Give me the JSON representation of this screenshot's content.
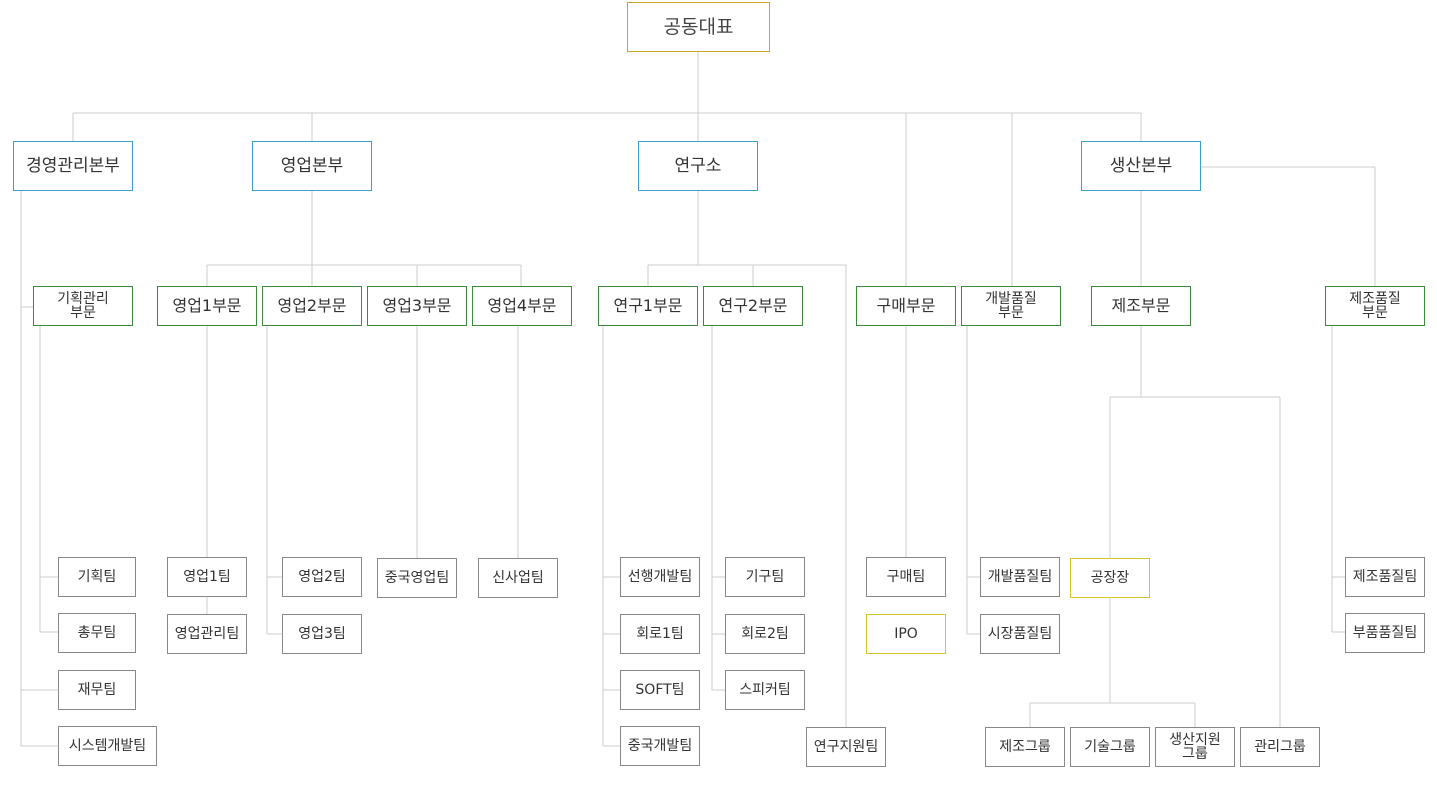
{
  "top": "공동대표",
  "divisions": {
    "management": "경영관리본부",
    "sales": "영업본부",
    "research": "연구소",
    "production": "생산본부"
  },
  "departments": {
    "planning_l1": "기획관리",
    "planning_l2": "부문",
    "sales1": "영업1부문",
    "sales2": "영업2부문",
    "sales3": "영업3부문",
    "sales4": "영업4부문",
    "research1": "연구1부문",
    "research2": "연구2부문",
    "purchasing": "구매부문",
    "devquality_l1": "개발품질",
    "devquality_l2": "부문",
    "manufacturing": "제조부문",
    "mfgquality_l1": "제조품질",
    "mfgquality_l2": "부문"
  },
  "teams": {
    "planning": "기획팀",
    "general_affairs": "총무팀",
    "finance": "재무팀",
    "system_dev": "시스템개발팀",
    "sales1_team": "영업1팀",
    "sales_mgmt": "영업관리팀",
    "sales2_team": "영업2팀",
    "sales3_team": "영업3팀",
    "china_sales": "중국영업팀",
    "new_business": "신사업팀",
    "advanced_dev": "선행개발팀",
    "circuit1": "회로1팀",
    "soft": "SOFT팀",
    "china_dev": "중국개발팀",
    "mechanism": "기구팀",
    "circuit2": "회로2팀",
    "speaker": "스피커팀",
    "research_support": "연구지원팀",
    "purchasing_team": "구매팀",
    "ipo": "IPO",
    "dev_quality_team": "개발품질팀",
    "market_quality_team": "시장품질팀",
    "factory_manager": "공장장",
    "mfg_group": "제조그룹",
    "tech_group": "기술그룹",
    "prod_support_l1": "생산지원",
    "prod_support_l2": "그룹",
    "admin_group": "관리그룹",
    "mfg_quality_team": "제조품질팀",
    "parts_quality_team": "부품품질팀"
  },
  "colors": {
    "top_border": "#c9a528",
    "division_border": "#3aa2c7",
    "department_border": "#3c8a3c",
    "team_border": "#888888",
    "highlight_border": "#d7c62a",
    "connector": "#cccccc"
  }
}
